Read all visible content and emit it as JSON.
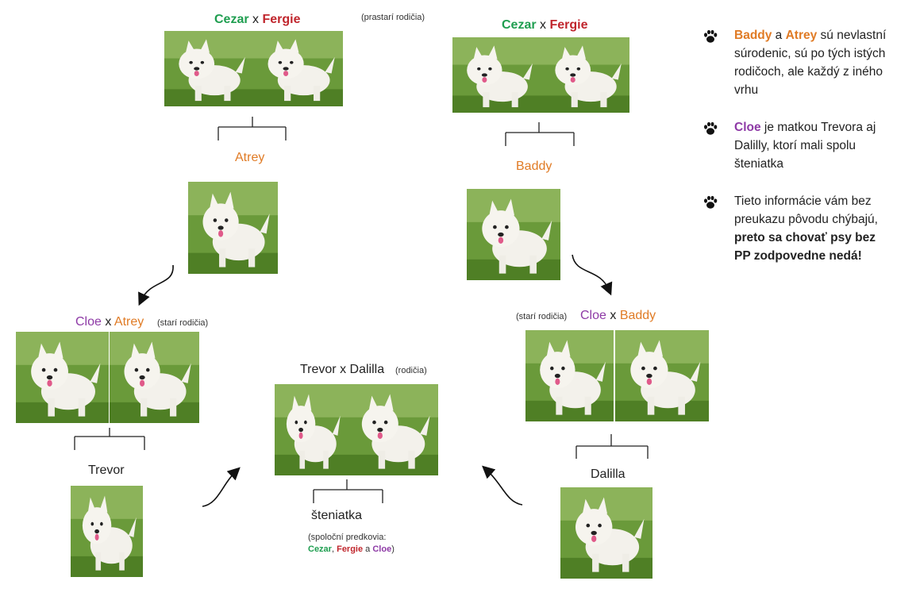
{
  "great_grandparents_note": "(prastarí rodičia)",
  "left_top_pair": {
    "male": "Cezar",
    "x": "x",
    "female": "Fergie"
  },
  "right_top_pair": {
    "male": "Cezar",
    "x": "x",
    "female": "Fergie"
  },
  "atrey": "Atrey",
  "baddy": "Baddy",
  "left_grandparents": {
    "female": "Cloe",
    "x": "x",
    "male": "Atrey",
    "note": "(starí rodičia)"
  },
  "right_grandparents": {
    "note": "(starí rodičia)",
    "female": "Cloe",
    "x": "x",
    "male": "Baddy"
  },
  "trevor": "Trevor",
  "dalilla": "Dalilla",
  "parents": {
    "title": "Trevor x Dalilla",
    "note": "(rodičia)"
  },
  "puppies": {
    "label": "šteniatka",
    "note_line1": "(spoloční predkovia:",
    "anc1": "Cezar",
    "sep1": ", ",
    "anc2": "Fergie",
    "sep2": " a ",
    "anc3": "Cloe",
    "end": ")"
  },
  "notes": [
    {
      "a": "Baddy",
      "b": " a ",
      "c": "Atrey",
      "rest": " sú nevlastní súrodenic, sú po tých istých rodičoch, ale každý z iného vrhu"
    },
    {
      "a": "Cloe",
      "rest": " je matkou Trevora aj Dalilly, ktorí mali spolu šteniatka"
    },
    {
      "plain": "Tieto informácie vám bez preukazu pôvodu chýbajú, ",
      "bold": "preto sa chovať psy bez PP zodpovedne nedá!"
    }
  ],
  "colors": {
    "green": "#1f9e50",
    "red": "#c0262d",
    "orange": "#e07b25",
    "purple": "#8e3aa6",
    "grass": "#5b8f2e",
    "dog": "#f2f0ea"
  },
  "icons": [
    "paw-icon",
    "arrow-icon"
  ]
}
